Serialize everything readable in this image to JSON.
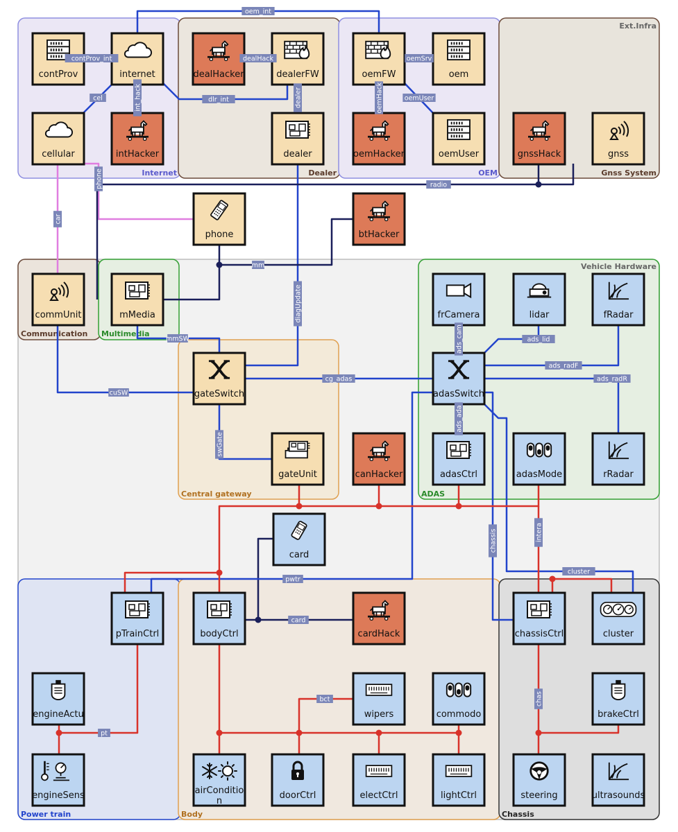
{
  "colors": {
    "attacker": "#dd7a58",
    "external": "#f6deb2",
    "vehicle": "#bcd5f1",
    "blue_link": "#2244cc",
    "navy_link": "#1a1f5a",
    "red_link": "#d8322a",
    "pink_link": "#e07ee0",
    "label_bg": "#7b86b8"
  },
  "zones": {
    "internet": "Internet",
    "dealer": "Dealer",
    "oem": "OEM",
    "ext_infra": "Ext.Infra",
    "gnss_system": "Gnss System",
    "communication": "Communication",
    "multimedia": "Multimedia",
    "vehicle_hardware": "Vehicle Hardware",
    "adas": "ADAS",
    "central_gateway": "Central gateway",
    "power_train": "Power train",
    "body": "Body",
    "chassis": "Chassis"
  },
  "nodes": {
    "contProv": {
      "label": "contProv",
      "kind": "external",
      "icon": "server-icon"
    },
    "internet": {
      "label": "internet",
      "kind": "external",
      "icon": "cloud-icon"
    },
    "dealHacker": {
      "label": "dealHacker",
      "kind": "attacker",
      "icon": "trojan-horse-icon"
    },
    "dealerFW": {
      "label": "dealerFW",
      "kind": "external",
      "icon": "firewall-icon"
    },
    "oemFW": {
      "label": "oemFW",
      "kind": "external",
      "icon": "firewall-icon"
    },
    "oem": {
      "label": "oem",
      "kind": "external",
      "icon": "server-icon"
    },
    "cellular": {
      "label": "cellular",
      "kind": "external",
      "icon": "cloud-icon"
    },
    "intHacker": {
      "label": "intHacker",
      "kind": "attacker",
      "icon": "trojan-horse-icon"
    },
    "dealer": {
      "label": "dealer",
      "kind": "external",
      "icon": "ecu-icon"
    },
    "oemHacker": {
      "label": "oemHacker",
      "kind": "attacker",
      "icon": "trojan-horse-icon"
    },
    "oemUser": {
      "label": "oemUser",
      "kind": "external",
      "icon": "server-icon"
    },
    "gnssHack": {
      "label": "gnssHack",
      "kind": "attacker",
      "icon": "trojan-horse-icon"
    },
    "gnss": {
      "label": "gnss",
      "kind": "external",
      "icon": "antenna-icon"
    },
    "phone": {
      "label": "phone",
      "kind": "external",
      "icon": "phone-icon"
    },
    "btHacker": {
      "label": "btHacker",
      "kind": "attacker",
      "icon": "trojan-horse-icon"
    },
    "commUnit": {
      "label": "commUnit",
      "kind": "external",
      "icon": "antenna-icon"
    },
    "mMedia": {
      "label": "mMedia",
      "kind": "external",
      "icon": "ecu-icon"
    },
    "frCamera": {
      "label": "frCamera",
      "kind": "vehicle",
      "icon": "camera-icon"
    },
    "lidar": {
      "label": "lidar",
      "kind": "vehicle",
      "icon": "lidar-icon"
    },
    "fRadar": {
      "label": "fRadar",
      "kind": "vehicle",
      "icon": "radar-icon"
    },
    "gateSwitch": {
      "label": "gateSwitch",
      "kind": "external",
      "icon": "switch-icon"
    },
    "adasSwitch": {
      "label": "adasSwitch",
      "kind": "vehicle",
      "icon": "switch-icon"
    },
    "gateUnit": {
      "label": "gateUnit",
      "kind": "external",
      "icon": "gateway-icon"
    },
    "canHacker": {
      "label": "canHacker",
      "kind": "attacker",
      "icon": "trojan-horse-icon"
    },
    "adasCtrl": {
      "label": "adasCtrl",
      "kind": "vehicle",
      "icon": "ecu-icon"
    },
    "adasMode": {
      "label": "adasMode",
      "kind": "vehicle",
      "icon": "mode-buttons-icon"
    },
    "rRadar": {
      "label": "rRadar",
      "kind": "vehicle",
      "icon": "radar-icon"
    },
    "card": {
      "label": "card",
      "kind": "vehicle",
      "icon": "key-fob-icon"
    },
    "pTrainCtrl": {
      "label": "pTrainCtrl",
      "kind": "vehicle",
      "icon": "ecu-icon"
    },
    "bodyCtrl": {
      "label": "bodyCtrl",
      "kind": "vehicle",
      "icon": "ecu-icon"
    },
    "cardHack": {
      "label": "cardHack",
      "kind": "attacker",
      "icon": "trojan-horse-icon"
    },
    "chassisCtrl": {
      "label": "chassisCtrl",
      "kind": "vehicle",
      "icon": "ecu-icon"
    },
    "cluster": {
      "label": "cluster",
      "kind": "vehicle",
      "icon": "gauges-icon"
    },
    "engineActu": {
      "label": "engineActu",
      "kind": "vehicle",
      "icon": "actuator-icon"
    },
    "wipers": {
      "label": "wipers",
      "kind": "vehicle",
      "icon": "keyboard-icon"
    },
    "commodo": {
      "label": "commodo",
      "kind": "vehicle",
      "icon": "mode-buttons-icon"
    },
    "brakeCtrl": {
      "label": "brakeCtrl",
      "kind": "vehicle",
      "icon": "actuator-icon"
    },
    "engineSens": {
      "label": "engineSens",
      "kind": "vehicle",
      "icon": "sensor-gauge-icon"
    },
    "airCondition": {
      "label_lines": [
        "airConditio",
        "n"
      ],
      "kind": "vehicle",
      "icon": "climate-icon"
    },
    "doorCtrl": {
      "label": "doorCtrl",
      "kind": "vehicle",
      "icon": "lock-icon"
    },
    "electCtrl": {
      "label": "electCtrl",
      "kind": "vehicle",
      "icon": "keyboard-icon"
    },
    "lightCtrl": {
      "label": "lightCtrl",
      "kind": "vehicle",
      "icon": "keyboard-icon"
    },
    "steering": {
      "label": "steering",
      "kind": "vehicle",
      "icon": "steering-wheel-icon"
    },
    "ultrasounds": {
      "label": "ultrasounds",
      "kind": "vehicle",
      "icon": "radar-icon"
    }
  },
  "links": {
    "oem_int": "oem_int",
    "contProv_int": "contProv_int",
    "dealHack": "dealHack",
    "oemSrv": "oemSrv",
    "cel": "cel",
    "int_hack": "int_hack",
    "dlr_int": "dlr_int",
    "dealer": "dealer",
    "oemHack": "oemHack",
    "oemUser": "oemUser",
    "phone": "phone",
    "radio": "radio",
    "car": "car",
    "mm": "mm",
    "diagUpdate": "diagUpdate",
    "ads_cam": "ads_cam",
    "ads_lid": "ads_lid",
    "ads_radF": "ads_radF",
    "mmSW": "mmSW",
    "cg_adas": "cg_adas",
    "ads_radR": "ads_radR",
    "cuSW": "cuSW",
    "ads_ada": "ads_ada",
    "swGate": "swGate",
    "chassis": "chassis",
    "intera": "intera",
    "cluster": "cluster",
    "pwtr": "pwtr",
    "card": "card",
    "bct": "bct",
    "chas": "chas",
    "pt": "pt"
  }
}
